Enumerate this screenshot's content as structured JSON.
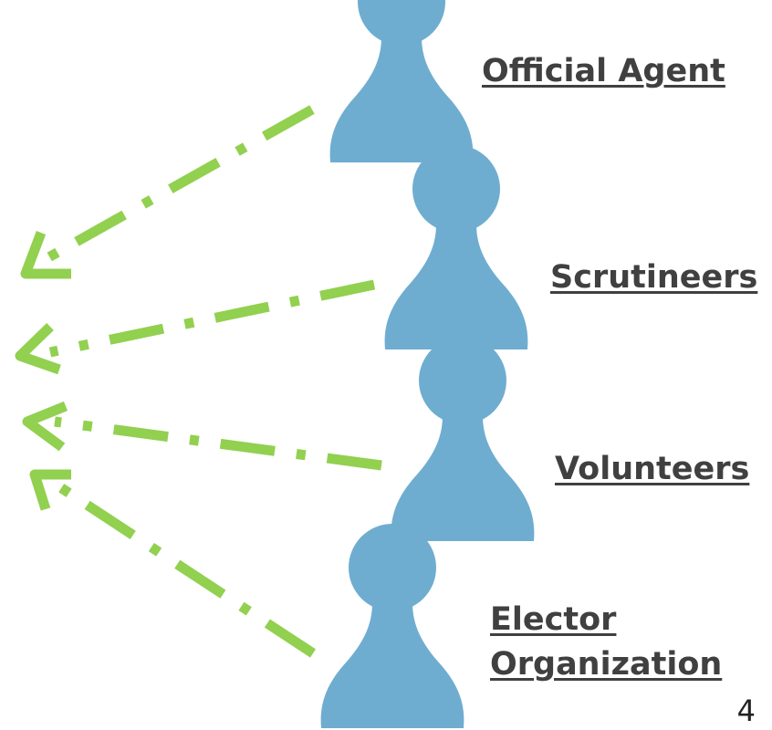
{
  "colors": {
    "person_fill": "#6FADD0",
    "arrow_stroke": "#92D050",
    "link_text": "#404040"
  },
  "roles": [
    {
      "label": "Official Agent",
      "icon": "person-icon"
    },
    {
      "label": "Scrutineers",
      "icon": "person-icon"
    },
    {
      "label": "Volunteers",
      "icon": "person-icon"
    },
    {
      "label": "Elector",
      "label_line2": "Organization",
      "icon": "person-icon"
    }
  ],
  "page_number": "4"
}
